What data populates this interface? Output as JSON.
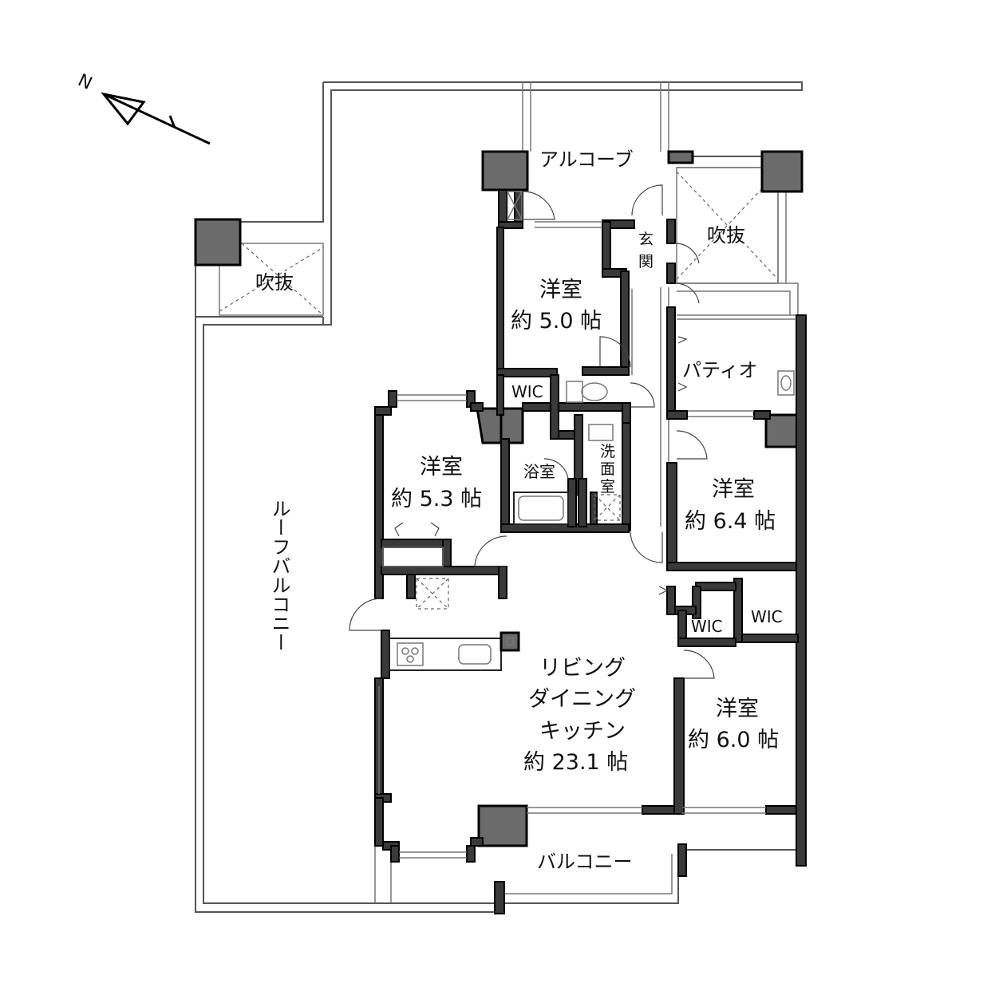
{
  "compass": {
    "label": "N"
  },
  "labels": {
    "alcove": "アルコーブ",
    "fukinuke_left": "吹抜",
    "fukinuke_right": "吹抜",
    "genkan_1": "玄",
    "genkan_2": "関",
    "patio": "パティオ",
    "roof_balcony": "ルーフバルコニー",
    "balcony": "バルコニー",
    "bath": "浴室",
    "senmen_1": "洗",
    "senmen_2": "面",
    "senmen_3": "室",
    "wic_top": "WIC",
    "wic_mid": "WIC",
    "wic_right": "WIC"
  },
  "rooms": {
    "room_5_0": {
      "name": "洋室",
      "size": "約 5.0 帖"
    },
    "room_5_3": {
      "name": "洋室",
      "size": "約 5.3 帖"
    },
    "room_6_4": {
      "name": "洋室",
      "size": "約 6.4 帖"
    },
    "room_6_0": {
      "name": "洋室",
      "size": "約 6.0 帖"
    },
    "ldk": {
      "line1": "リビング",
      "line2": "ダイニング",
      "line3": "キッチン",
      "size": "約 23.1 帖"
    }
  }
}
